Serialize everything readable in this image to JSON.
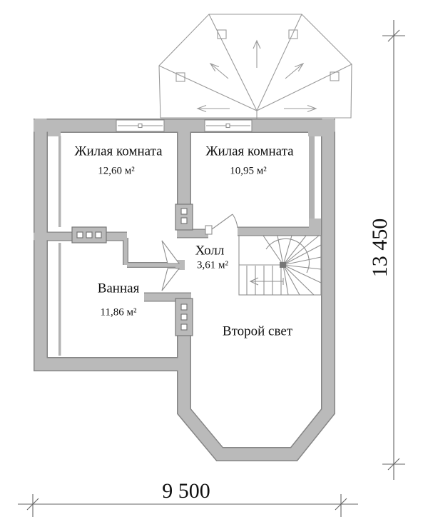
{
  "rooms": {
    "living1": {
      "name": "Жилая комната",
      "area": "12,60 м²"
    },
    "living2": {
      "name": "Жилая комната",
      "area": "10,95 м²"
    },
    "hall": {
      "name": "Холл",
      "area": "3,61 м²"
    },
    "bathroom": {
      "name": "Ванная",
      "area": "11,86 м²"
    },
    "second_light": {
      "name": "Второй свет"
    }
  },
  "dimensions": {
    "width_label": "9 500",
    "height_label": "13 450"
  },
  "roof": {
    "slope_arrows": [
      "up",
      "up-left",
      "up-right",
      "left",
      "right"
    ],
    "rooflight_count": 4
  },
  "colors": {
    "wall_fill": "#bababa",
    "wall_edge": "#858585",
    "thin_line": "#8f8f8f",
    "roof_line": "#9a9a9a",
    "dim_line": "#666666",
    "text_color": "#111111"
  }
}
